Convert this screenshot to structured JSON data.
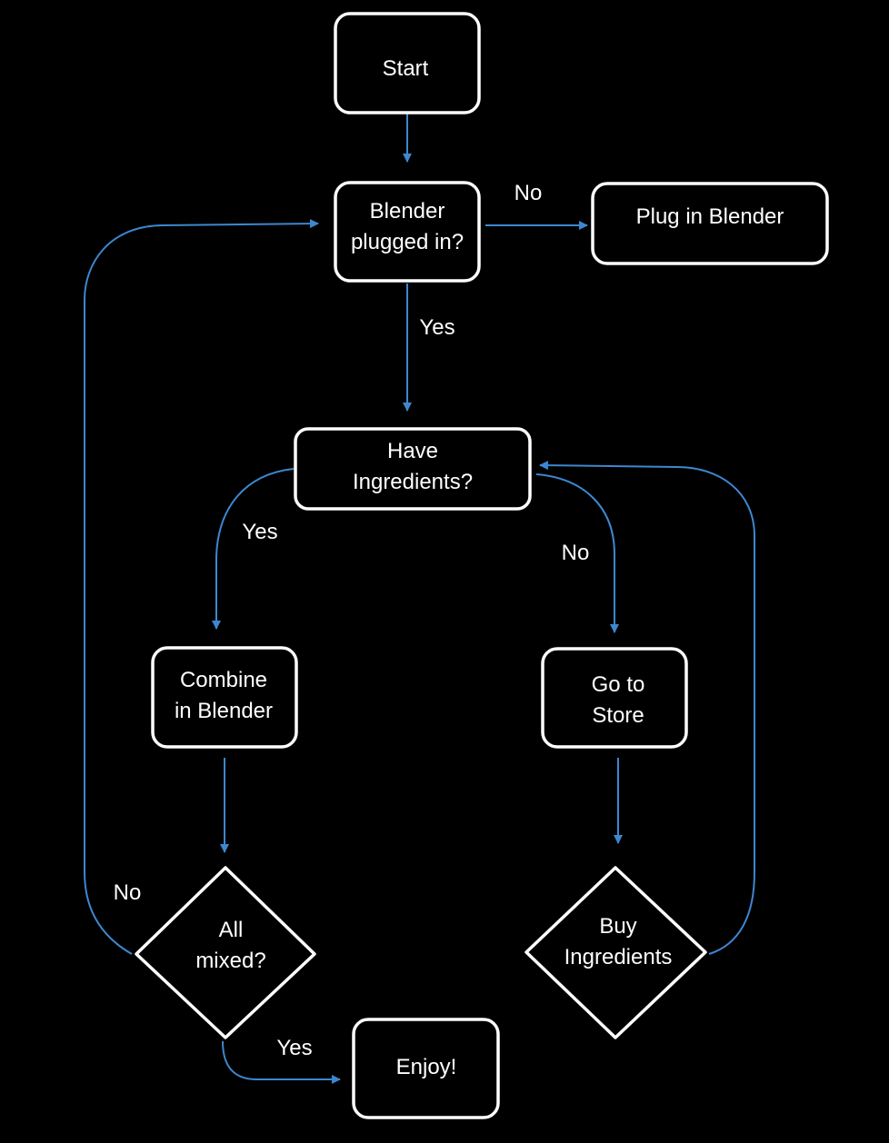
{
  "colors": {
    "background": "#000000",
    "node_border": "#ffffff",
    "connector": "#3d87d0",
    "text": "#ffffff"
  },
  "nodes": {
    "start": "Start",
    "blender_plugged_q": [
      "Blender",
      "plugged in?"
    ],
    "plug_in": "Plug in Blender",
    "have_ingredients_q": [
      "Have",
      "Ingredients?"
    ],
    "combine": [
      "Combine",
      "in Blender"
    ],
    "go_store": [
      "Go to",
      "Store"
    ],
    "all_mixed_q": [
      "All",
      "mixed?"
    ],
    "buy": [
      "Buy",
      "Ingredients"
    ],
    "enjoy": "Enjoy!"
  },
  "edge_labels": {
    "plugged_no": "No",
    "plugged_yes": "Yes",
    "ingredients_yes": "Yes",
    "ingredients_no": "No",
    "mixed_no": "No",
    "mixed_yes": "Yes"
  }
}
